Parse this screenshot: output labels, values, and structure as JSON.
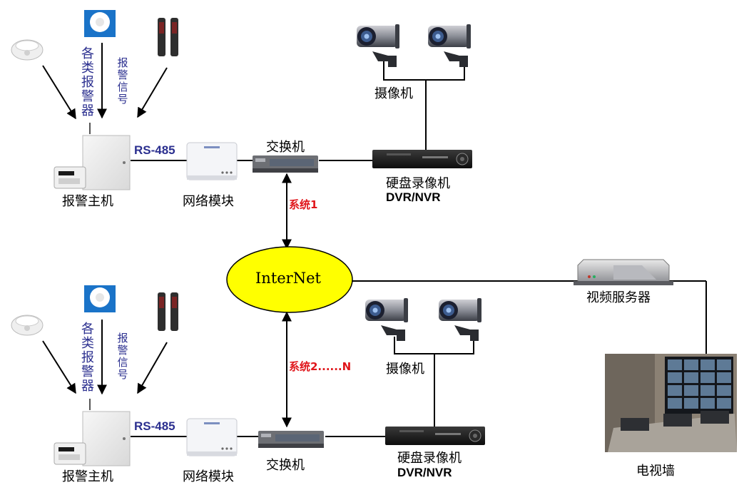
{
  "system1": {
    "sensors_vertical": "各类报警器",
    "signal_vertical": "报警信号",
    "protocol": "RS-485",
    "alarm_host": "报警主机",
    "network_module": "网络模块",
    "switch": "交换机",
    "dvr_label": "硬盘录像机",
    "dvr_sub": "DVR/NVR",
    "camera": "摄像机",
    "link_label": "系统1"
  },
  "system2": {
    "sensors_vertical": "各类报警器",
    "signal_vertical": "报警信号",
    "protocol": "RS-485",
    "alarm_host": "报警主机",
    "network_module": "网络模块",
    "switch": "交换机",
    "dvr_label": "硬盘录像机",
    "dvr_sub": "DVR/NVR",
    "camera": "摄像机",
    "link_label": "系统2......N"
  },
  "internet": "InterNet",
  "video_server": "视频服务器",
  "tv_wall": "电视墙",
  "colors": {
    "internet_fill": "#ffff00",
    "label_blue": "#2b2f8f",
    "label_red": "#e0161b",
    "line": "#000000"
  },
  "icons": [
    "smoke-detector-icon",
    "alarm-sensor-icon",
    "beam-detector-icon",
    "alarm-panel-icon",
    "keypad-icon",
    "network-module-icon",
    "switch-icon",
    "dvr-icon",
    "cctv-camera-icon",
    "video-server-icon",
    "tv-wall-photo"
  ]
}
